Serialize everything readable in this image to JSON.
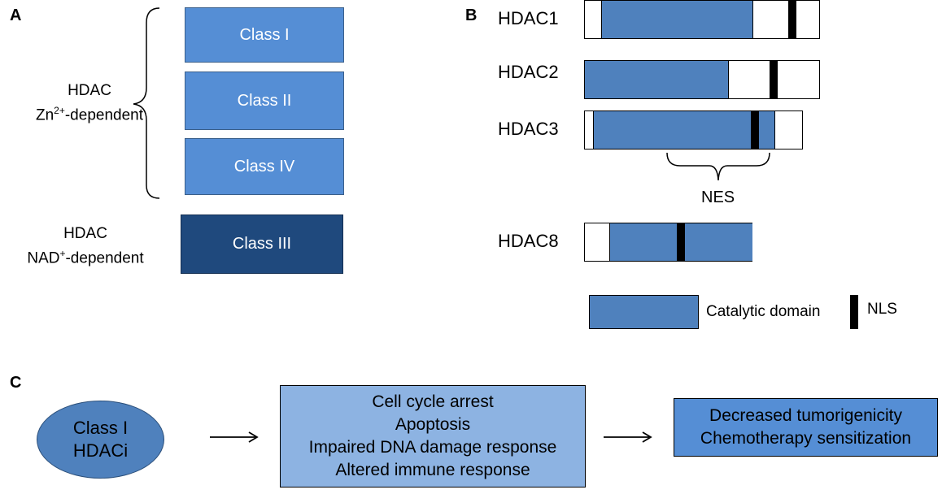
{
  "panel_a": {
    "letter": "A",
    "classes": [
      "Class I",
      "Class II",
      "Class IV",
      "Class III"
    ],
    "zn_label_line1": "HDAC",
    "zn_label_line2_pre": "Zn",
    "zn_label_line2_sup": "2+",
    "zn_label_line2_post": "-dependent",
    "nad_label_line1": "HDAC",
    "nad_label_line2_pre": "NAD",
    "nad_label_line2_sup": "+",
    "nad_label_line2_post": "-dependent"
  },
  "panel_b": {
    "letter": "B",
    "proteins": [
      "HDAC1",
      "HDAC2",
      "HDAC3",
      "HDAC8"
    ],
    "nes_label": "NES",
    "legend": {
      "catalytic": "Catalytic domain",
      "nls": "NLS"
    }
  },
  "panel_c": {
    "letter": "C",
    "source_line1": "Class I",
    "source_line2": "HDACi",
    "effects": [
      "Cell cycle arrest",
      "Apoptosis",
      "Impaired DNA damage response",
      "Altered immune response"
    ],
    "outcomes": [
      "Decreased tumorigenicity",
      "Chemotherapy sensitization"
    ]
  },
  "colors": {
    "class_box": "#558ed5",
    "class_iii": "#1f497d",
    "domain": "#4f81bd",
    "effects_box": "#8db3e2",
    "outcome_box": "#558ed5"
  }
}
